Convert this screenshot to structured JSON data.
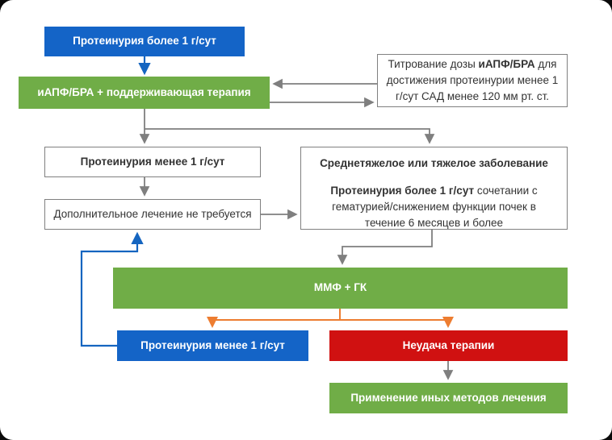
{
  "colors": {
    "page_bg": "#0a0a0a",
    "card_bg": "#ffffff",
    "blue": "#1464c7",
    "green": "#70ad47",
    "red": "#d01111",
    "orange": "#ed7d31",
    "line_gray": "#7f7f7f",
    "line_blue": "#1565c0",
    "text_dark": "#333333",
    "box_border": "#808080"
  },
  "nodes": {
    "start": {
      "label": "Протеинурия более 1 г/сут"
    },
    "therapy": {
      "label": "иАПФ/БРА + поддерживающая терапия"
    },
    "titration": {
      "part1": "Титрование дозы ",
      "part2": "иАПФ/БРА",
      "part3": " для достижения протеинурии менее 1 г/сут САД менее 120 мм рт. ст."
    },
    "low_proteinuria": {
      "label": "Протеинурия менее 1 г/сут"
    },
    "no_treatment": {
      "label": "Дополнительное лечение не требуется"
    },
    "severe": {
      "title": "Среднетяжелое или тяжелое заболевание",
      "body_bold": "Протеинурия более 1 г/сут",
      "body_rest": " сочетании с гематурией/снижением функции почек в течение 6 месяцев и более"
    },
    "mmf": {
      "label": "ММФ + ГК"
    },
    "outcome_low_proteinuria": {
      "label": "Протеинурия менее 1 г/сут"
    },
    "failure": {
      "label": "Неудача терапии"
    },
    "other_methods": {
      "label": "Применение иных методов лечения"
    }
  }
}
